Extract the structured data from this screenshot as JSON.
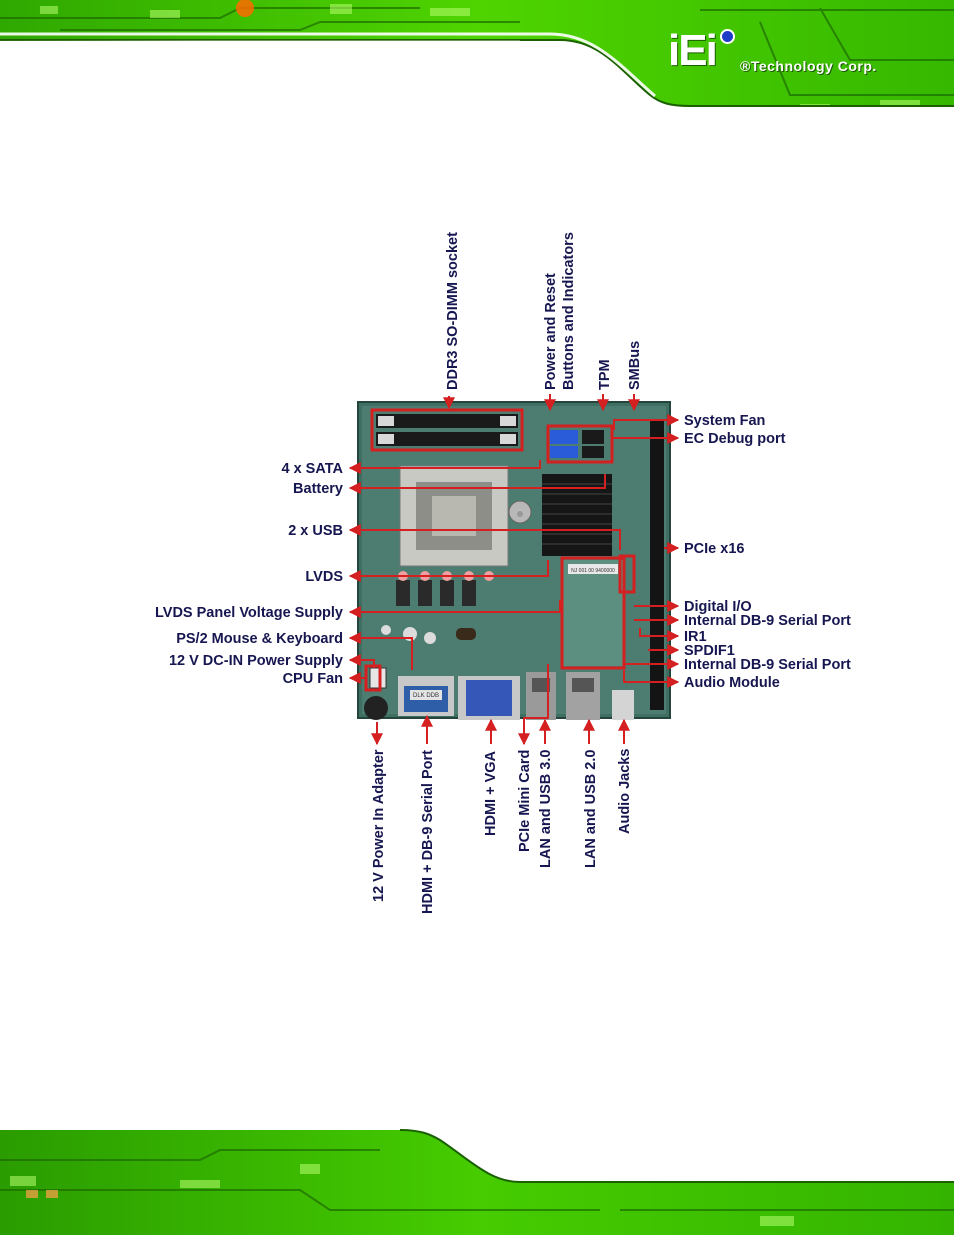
{
  "logo": {
    "mark": "iEi",
    "company": "®Technology Corp."
  },
  "colors": {
    "label": "#161650",
    "callout": "#d42020",
    "band": "#3ec400"
  },
  "diagram": {
    "top_labels": [
      "DDR3 SO-DIMM socket",
      "Power and Reset",
      "Buttons and Indicators",
      "TPM",
      "SMBus"
    ],
    "left_labels": [
      "4 x SATA",
      "Battery",
      "2 x USB",
      "LVDS",
      "LVDS Panel Voltage Supply",
      "PS/2 Mouse & Keyboard",
      "12 V DC-IN Power Supply",
      "CPU Fan"
    ],
    "right_labels": [
      "System Fan",
      "EC Debug port",
      "PCIe x16",
      "Digital I/O",
      "Internal DB-9 Serial Port",
      "IR1",
      "SPDIF1",
      "Internal DB-9 Serial Port",
      "Audio  Module"
    ],
    "bottom_labels": [
      "12 V Power In Adapter",
      "HDMI + DB-9 Serial Port",
      "HDMI + VGA",
      "PCIe Mini Card",
      "LAN and USB 3.0",
      "LAN and USB 2.0",
      "Audio Jacks"
    ],
    "board_texts": {
      "serial_connector": "DLK\nDDB",
      "mini_card_sticker": "NJ 001 00 9400000"
    }
  }
}
